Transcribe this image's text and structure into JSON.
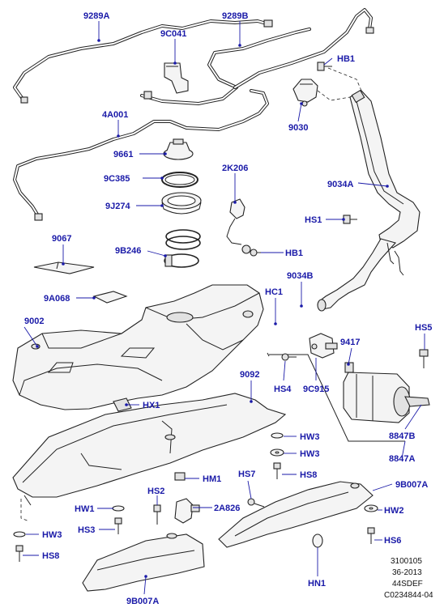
{
  "diagram": {
    "labels": {
      "l9289A": "9289A",
      "l9289B": "9289B",
      "l9C041": "9C041",
      "lHB1a": "HB1",
      "l4A001": "4A001",
      "l9030": "9030",
      "l9661": "9661",
      "l9C385": "9C385",
      "l9J274": "9J274",
      "l2K206": "2K206",
      "l9034A": "9034A",
      "lHS1": "HS1",
      "l9067": "9067",
      "l9B246": "9B246",
      "lHB1b": "HB1",
      "l9034B": "9034B",
      "lHC1": "HC1",
      "l9A068": "9A068",
      "l9002": "9002",
      "lHS5": "HS5",
      "l9417": "9417",
      "lHS4": "HS4",
      "l9C915": "9C915",
      "l9092": "9092",
      "lHX1": "HX1",
      "l8847B": "8847B",
      "lHW3a": "HW3",
      "lHW3b": "HW3",
      "lHS8a": "HS8",
      "l8847A": "8847A",
      "lHM1": "HM1",
      "lHS7": "HS7",
      "l9B007Aright": "9B007A",
      "lHS2": "HS2",
      "lHW1": "HW1",
      "l2A826": "2A826",
      "lHW2": "HW2",
      "lHW3c": "HW3",
      "lHS3": "HS3",
      "lHS6": "HS6",
      "lHS8b": "HS8",
      "lHN1": "HN1",
      "l9B007Abottom": "9B007A"
    },
    "reference": {
      "line1": "3100105",
      "line2": "36-2013",
      "line3": "44SDEF",
      "line4": "C0234844-04"
    }
  }
}
